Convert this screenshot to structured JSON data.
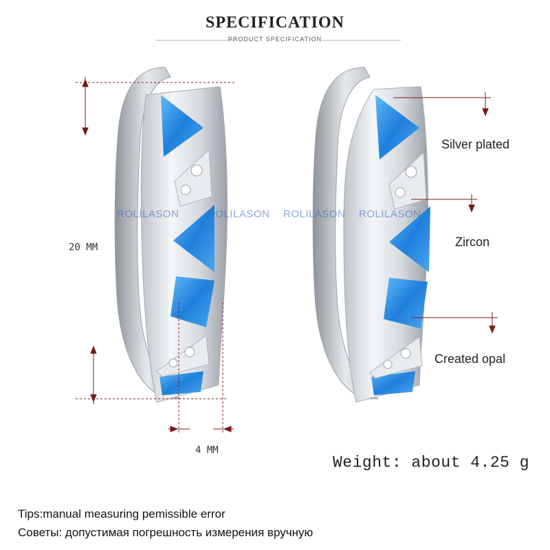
{
  "header": {
    "title": "SPECIFICATION",
    "subtitle": "PRODUCT SPECIFICATION"
  },
  "dimensions": {
    "height_label": "20 MM",
    "width_label": "4 MM"
  },
  "callouts": {
    "silver": "Silver plated",
    "zircon": "Zircon",
    "opal": "Created opal"
  },
  "weight": "Weight: about 4.25 g",
  "tips": {
    "en": "Tips:manual measuring pemissible error",
    "ru": "Советы: допустимая погрешность измерения вручную"
  },
  "watermark": {
    "left": "ROLILASON",
    "left2": "ROLILASON",
    "right": "ROLILASON",
    "right2": "ROLILASON"
  },
  "colors": {
    "opal": "#2a8fe0",
    "silver": "#d9dde2",
    "dim_line": "#7a1a1a"
  }
}
